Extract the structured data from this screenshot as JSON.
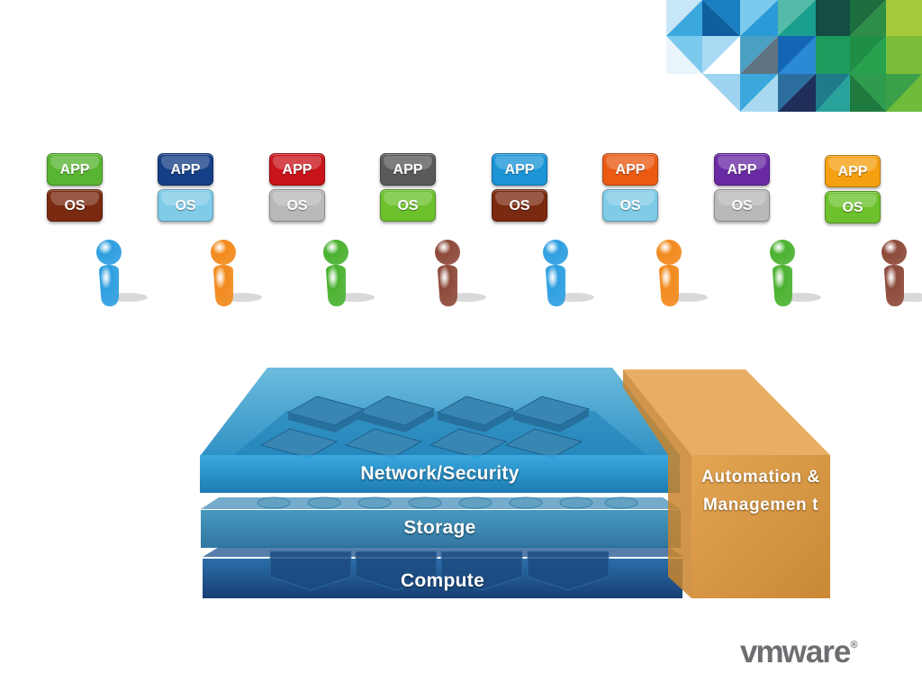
{
  "app_stacks": [
    {
      "app": "APP",
      "os": "OS",
      "app_color": "#58b531",
      "os_color": "#7a2a10"
    },
    {
      "app": "APP",
      "os": "OS",
      "app_color": "#153f86",
      "os_color": "#7fcbe8"
    },
    {
      "app": "APP",
      "os": "OS",
      "app_color": "#c8141a",
      "os_color": "#b9b9b9"
    },
    {
      "app": "APP",
      "os": "OS",
      "app_color": "#5a5a5a",
      "os_color": "#6cc12c"
    },
    {
      "app": "APP",
      "os": "OS",
      "app_color": "#1b95d6",
      "os_color": "#7a2a10"
    },
    {
      "app": "APP",
      "os": "OS",
      "app_color": "#ea5a12",
      "os_color": "#7fcbe8"
    },
    {
      "app": "APP",
      "os": "OS",
      "app_color": "#6a2aa4",
      "os_color": "#b9b9b9"
    },
    {
      "app": "APP",
      "os": "OS",
      "app_color": "#f4a011",
      "os_color": "#6cc12c"
    }
  ],
  "users": [
    {
      "icon": "user-icon",
      "color": "#2f9fe0"
    },
    {
      "icon": "user-icon",
      "color": "#f28a1e"
    },
    {
      "icon": "user-icon",
      "color": "#4bb231"
    },
    {
      "icon": "user-icon",
      "color": "#8d4a3a"
    },
    {
      "icon": "user-icon",
      "color": "#2f9fe0"
    },
    {
      "icon": "user-icon",
      "color": "#f28a1e"
    },
    {
      "icon": "user-icon",
      "color": "#4bb231"
    },
    {
      "icon": "user-icon",
      "color": "#8d4a3a"
    }
  ],
  "layers": {
    "network": "Network/Security",
    "storage": "Storage",
    "compute": "Compute"
  },
  "management": {
    "label": "Automation & Managemen t"
  },
  "logo": {
    "vm": "vm",
    "ware": "ware",
    "reg": "®"
  },
  "colors": {
    "network": "#1a8fcb",
    "storage": "#2a7fae",
    "compute": "#1d5591",
    "management": "#d79534"
  }
}
